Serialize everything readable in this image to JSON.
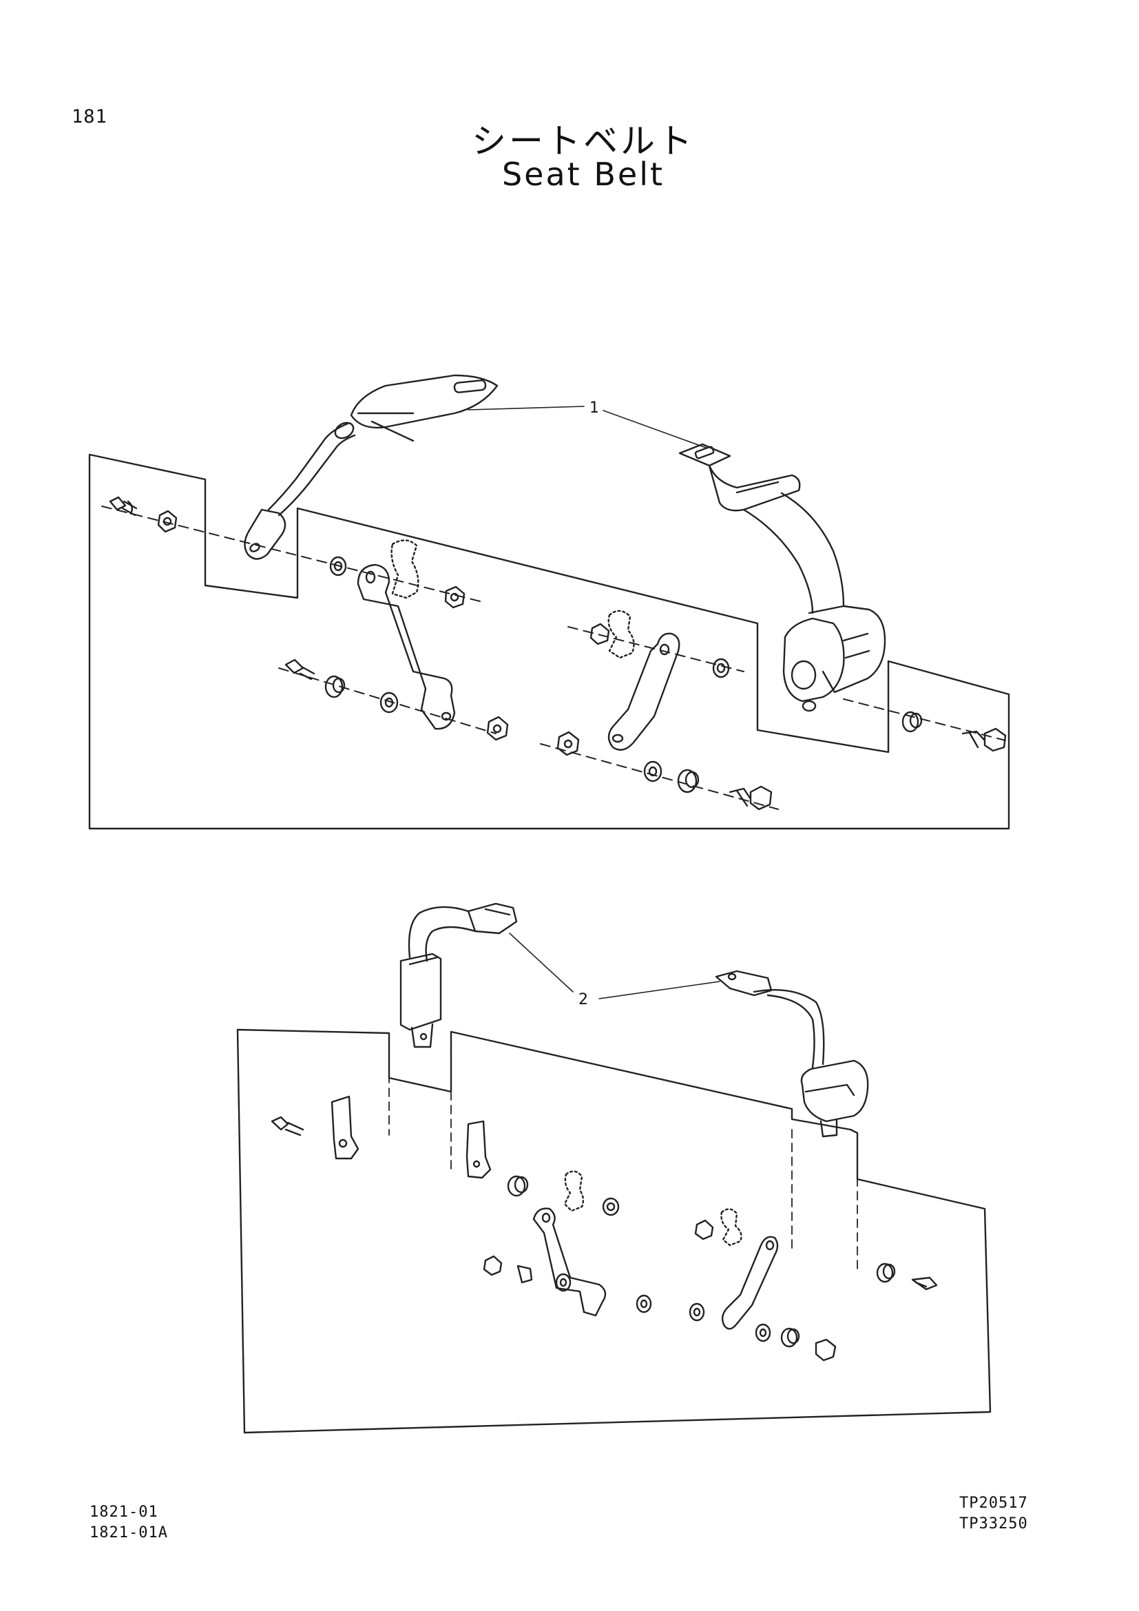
{
  "page": {
    "number": "181",
    "title_jp": "シートベルト",
    "title_en": "Seat Belt"
  },
  "diagram_top": {
    "callout": "1"
  },
  "diagram_bottom": {
    "callout": "2"
  },
  "footer": {
    "left_codes": [
      "1821-01",
      "1821-01A"
    ],
    "right_codes": [
      "TP20517",
      "TP33250"
    ]
  },
  "colors": {
    "line": "#222222",
    "background": "#ffffff"
  }
}
